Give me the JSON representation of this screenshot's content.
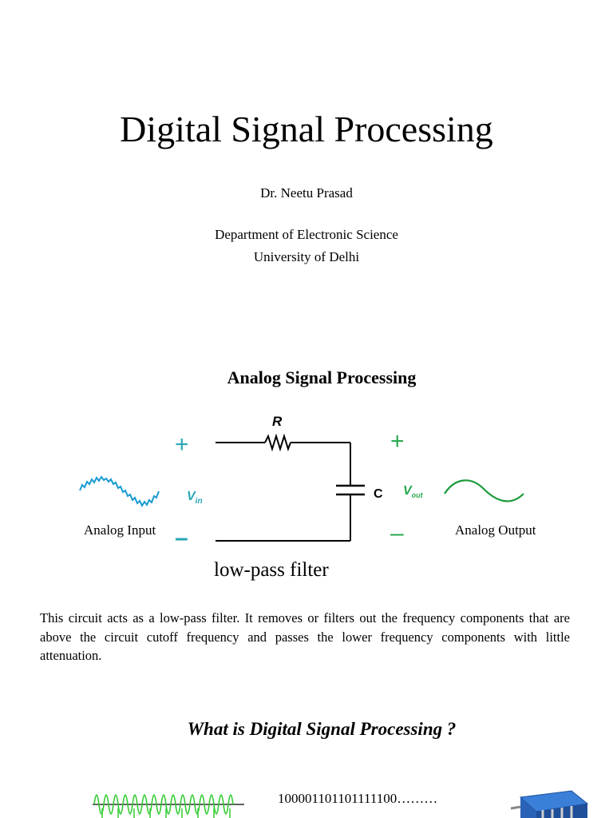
{
  "title": "Digital Signal Processing",
  "author": "Dr. Neetu Prasad",
  "affiliation": {
    "department": "Department of Electronic Science",
    "university": "University of Delhi"
  },
  "analog_section": {
    "heading": "Analog Signal Processing",
    "circuit": {
      "resistor_label": "R",
      "capacitor_label": "C",
      "vin_main": "V",
      "vin_sub": "in",
      "vout_main": "V",
      "vout_sub": "out",
      "plus_symbol": "+",
      "minus_symbol": "–"
    },
    "input_label": "Analog Input",
    "output_label": "Analog Output",
    "filter_label": "low-pass filter",
    "description": "This circuit acts as a low-pass filter. It removes or filters out the frequency components that are above the circuit cutoff frequency and passes the lower frequency components with little attenuation."
  },
  "dsp_section": {
    "question": "What is Digital Signal Processing ?",
    "binary_sequence": "100001101101111100………"
  },
  "colors": {
    "input_wave": "#1a9bd0",
    "output_wave": "#1a9a3a",
    "symbol_teal": "#2aa6b5",
    "symbol_green": "#2aa850",
    "sampled_wave": "#33cc33",
    "chip_blue": "#3a7fd8"
  }
}
